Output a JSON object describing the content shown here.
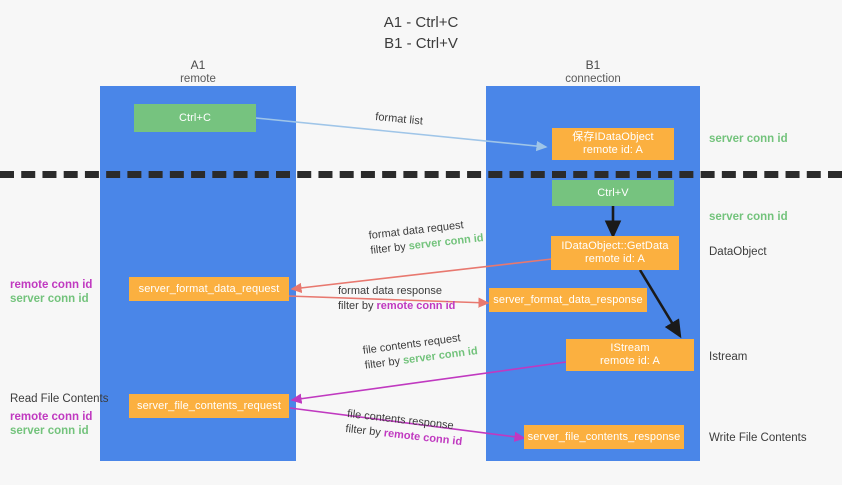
{
  "title": {
    "line1": "A1 - Ctrl+C",
    "line2": "B1 - Ctrl+V"
  },
  "lanes": [
    {
      "name": "A1",
      "subtitle": "remote"
    },
    {
      "name": "B1",
      "subtitle": "connection"
    }
  ],
  "boxes": {
    "ctrl_c": {
      "line1": "Ctrl+C",
      "line2": ""
    },
    "save_ido": {
      "line1": "保存IDataObject",
      "line2": "remote id: A"
    },
    "ctrl_v": {
      "line1": "Ctrl+V",
      "line2": ""
    },
    "getdata": {
      "line1": "IDataObject::GetData",
      "line2": "remote id: A"
    },
    "istream": {
      "line1": "IStream",
      "line2": "remote id: A"
    },
    "fmt_req": {
      "line1": "server_format_data_request",
      "line2": ""
    },
    "fmt_res": {
      "line1": "server_format_data_response",
      "line2": ""
    },
    "file_req": {
      "line1": "server_file_contents_request",
      "line2": ""
    },
    "file_res": {
      "line1": "server_file_contents_response",
      "line2": ""
    }
  },
  "captions": {
    "format_list": "format list",
    "fmt_req_l1": "format data request",
    "fmt_req_l2_pre": "filter by ",
    "fmt_req_l2_key": "server conn id",
    "fmt_res_l1": "format data response",
    "fmt_res_l2_pre": "filter by ",
    "fmt_res_l2_key": "remote conn id",
    "file_req_l1": "file contents request",
    "file_req_l2_pre": "filter by ",
    "file_req_l2_key": "server conn id",
    "file_res_l1": "file contents response",
    "file_res_l2_pre": "filter by ",
    "file_res_l2_key": "remote conn id"
  },
  "right_labels": {
    "server_conn_top": "server conn id",
    "server_conn_mid": "server conn id",
    "dataobject": "DataObject",
    "istream": "Istream",
    "write_file_contents": "Write File Contents"
  },
  "left_labels": {
    "remote_conn_1": "remote conn id",
    "server_conn_1": "server conn id",
    "read_file_contents": "Read File Contents",
    "remote_conn_2": "remote conn id",
    "server_conn_2": "server conn id"
  },
  "colors": {
    "lane": "#4a86e8",
    "green_box": "#76c37f",
    "orange_box": "#fbb040",
    "green_text": "#73c37c",
    "purple_text": "#c039c0",
    "arrow_blue": "#9fc5e8",
    "arrow_red": "#e8786f",
    "arrow_magenta": "#c039c0",
    "arrow_black": "#1a1a1a",
    "background": "#f7f7f7"
  }
}
